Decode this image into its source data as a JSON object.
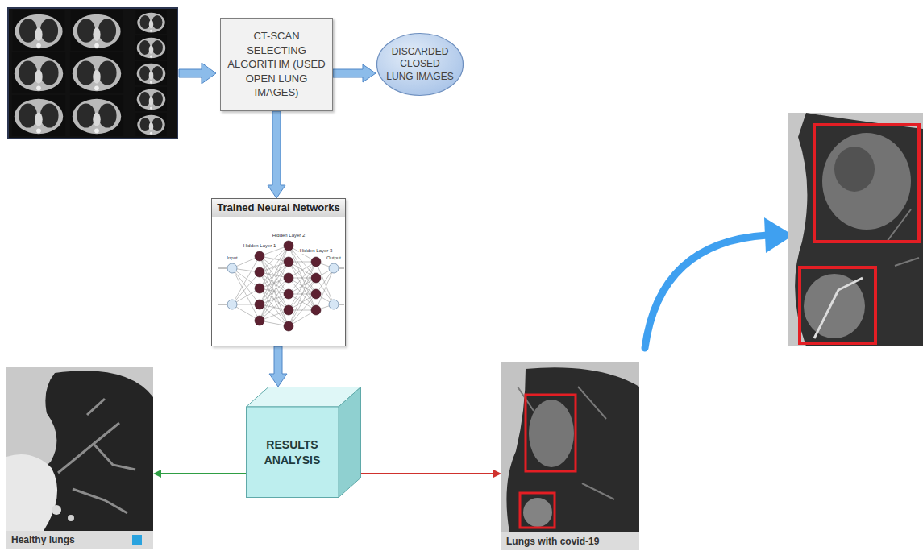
{
  "diagram": {
    "nodes": [
      {
        "text": [
          "CT-SCAN SELECTING ALGORITHM (USED OPEN LUNG IMAGES)"
        ]
      },
      {
        "text": [
          "DISCARDED CLOSED LUNG IMAGES"
        ]
      },
      {
        "text": [
          "Trained Neural Networks"
        ]
      },
      {
        "text": [
          "RESULTS ANALYSIS"
        ]
      },
      {
        "text": [
          "Healthy lungs"
        ]
      },
      {
        "text": [
          "Lungs with covid-19"
        ]
      }
    ],
    "edges": [
      {
        "from": 0,
        "to": 1,
        "arrow": "to"
      },
      {
        "from": 0,
        "to": 2,
        "arrow": "to"
      },
      {
        "from": 2,
        "to": 3,
        "arrow": "to"
      },
      {
        "from": 3,
        "to": 4,
        "arrow": "to"
      },
      {
        "from": 3,
        "to": 5,
        "arrow": "to"
      }
    ],
    "labels": [
      "Input",
      "Hidden Layer 1",
      "Hidden Layer 2",
      "Hidden Layer 3",
      "Output"
    ]
  }
}
